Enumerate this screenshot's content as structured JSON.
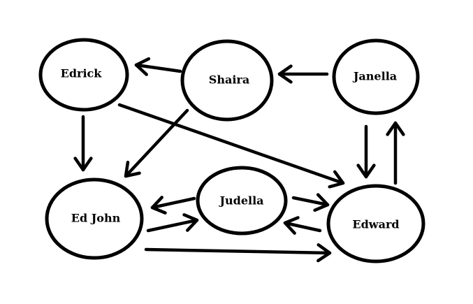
{
  "diagram": {
    "nodes": [
      {
        "id": "edrick",
        "label": "Edrick"
      },
      {
        "id": "shaira",
        "label": "Shaira"
      },
      {
        "id": "janella",
        "label": "Janella"
      },
      {
        "id": "ed_john",
        "label": "Ed John"
      },
      {
        "id": "judella",
        "label": "Judella"
      },
      {
        "id": "edward",
        "label": "Edward"
      }
    ],
    "edges": [
      {
        "from": "shaira",
        "to": "edrick"
      },
      {
        "from": "janella",
        "to": "shaira"
      },
      {
        "from": "edrick",
        "to": "ed_john"
      },
      {
        "from": "edrick",
        "to": "edward"
      },
      {
        "from": "shaira",
        "to": "ed_john"
      },
      {
        "from": "janella",
        "to": "edward"
      },
      {
        "from": "edward",
        "to": "janella"
      },
      {
        "from": "judella",
        "to": "ed_john"
      },
      {
        "from": "ed_john",
        "to": "judella"
      },
      {
        "from": "judella",
        "to": "edward"
      },
      {
        "from": "edward",
        "to": "judella"
      },
      {
        "from": "ed_john",
        "to": "edward"
      }
    ]
  }
}
